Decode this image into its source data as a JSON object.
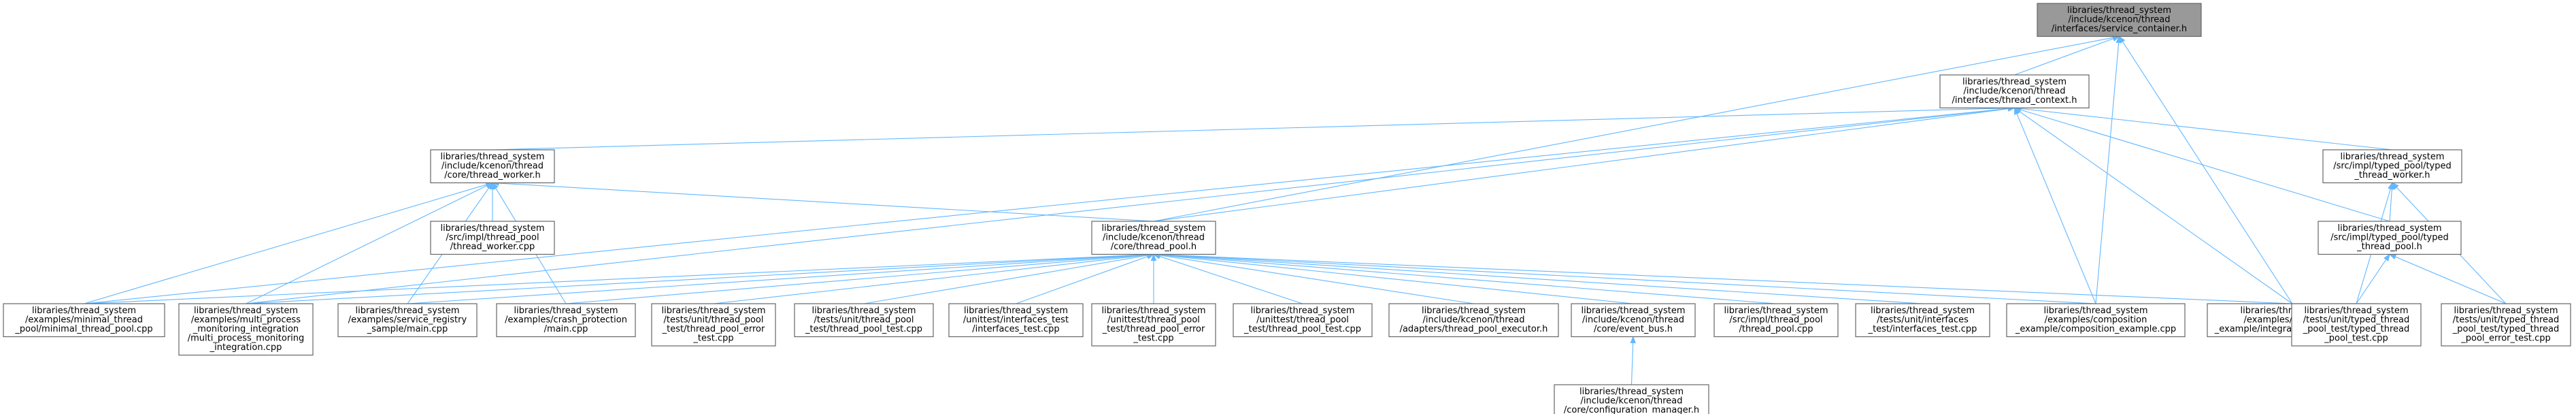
{
  "nodes": [
    {
      "id": "service_container",
      "root": true,
      "lines": [
        "libraries/thread_system",
        "/include/kcenon/thread",
        "/interfaces/service_container.h"
      ]
    },
    {
      "id": "thread_context",
      "lines": [
        "libraries/thread_system",
        "/include/kcenon/thread",
        "/interfaces/thread_context.h"
      ]
    },
    {
      "id": "thread_worker_h",
      "lines": [
        "libraries/thread_system",
        "/include/kcenon/thread",
        "/core/thread_worker.h"
      ]
    },
    {
      "id": "typed_thread_worker_h",
      "lines": [
        "libraries/thread_system",
        "/src/impl/typed_pool/typed",
        "_thread_worker.h"
      ]
    },
    {
      "id": "thread_worker_cpp",
      "lines": [
        "libraries/thread_system",
        "/src/impl/thread_pool",
        "/thread_worker.cpp"
      ]
    },
    {
      "id": "thread_pool_h",
      "lines": [
        "libraries/thread_system",
        "/include/kcenon/thread",
        "/core/thread_pool.h"
      ]
    },
    {
      "id": "typed_thread_pool_h",
      "lines": [
        "libraries/thread_system",
        "/src/impl/typed_pool/typed",
        "_thread_pool.h"
      ]
    },
    {
      "id": "minimal_thread_pool",
      "lines": [
        "libraries/thread_system",
        "/examples/minimal_thread",
        "_pool/minimal_thread_pool.cpp"
      ]
    },
    {
      "id": "multi_process",
      "lines": [
        "libraries/thread_system",
        "/examples/multi_process",
        "_monitoring_integration",
        "/multi_process_monitoring",
        "_integration.cpp"
      ]
    },
    {
      "id": "service_registry",
      "lines": [
        "libraries/thread_system",
        "/examples/service_registry",
        "_sample/main.cpp"
      ]
    },
    {
      "id": "crash_protection",
      "lines": [
        "libraries/thread_system",
        "/examples/crash_protection",
        "/main.cpp"
      ]
    },
    {
      "id": "thread_pool_error_test",
      "lines": [
        "libraries/thread_system",
        "/tests/unit/thread_pool",
        "_test/thread_pool_error",
        "_test.cpp"
      ]
    },
    {
      "id": "tests_thread_pool_test",
      "lines": [
        "libraries/thread_system",
        "/tests/unit/thread_pool",
        "_test/thread_pool_test.cpp"
      ]
    },
    {
      "id": "unittest_interfaces",
      "lines": [
        "libraries/thread_system",
        "/unittest/interfaces_test",
        "/interfaces_test.cpp"
      ]
    },
    {
      "id": "unittest_thread_pool_error",
      "lines": [
        "libraries/thread_system",
        "/unittest/thread_pool",
        "_test/thread_pool_error",
        "_test.cpp"
      ]
    },
    {
      "id": "unittest_thread_pool_test",
      "lines": [
        "libraries/thread_system",
        "/unittest/thread_pool",
        "_test/thread_pool_test.cpp"
      ]
    },
    {
      "id": "thread_pool_executor",
      "lines": [
        "libraries/thread_system",
        "/include/kcenon/thread",
        "/adapters/thread_pool_executor.h"
      ]
    },
    {
      "id": "event_bus",
      "lines": [
        "libraries/thread_system",
        "/include/kcenon/thread",
        "/core/event_bus.h"
      ]
    },
    {
      "id": "impl_thread_pool_cpp",
      "lines": [
        "libraries/thread_system",
        "/src/impl/thread_pool",
        "/thread_pool.cpp"
      ]
    },
    {
      "id": "tests_interfaces_test",
      "lines": [
        "libraries/thread_system",
        "/tests/unit/interfaces",
        "_test/interfaces_test.cpp"
      ]
    },
    {
      "id": "composition_example",
      "lines": [
        "libraries/thread_system",
        "/examples/composition",
        "_example/composition_example.cpp"
      ]
    },
    {
      "id": "integration_example",
      "lines": [
        "libraries/thread_system",
        "/examples/integration",
        "_example/integration_example.cpp"
      ]
    },
    {
      "id": "typed_pool_test",
      "lines": [
        "libraries/thread_system",
        "/tests/unit/typed_thread",
        "_pool_test/typed_thread",
        "_pool_test.cpp"
      ]
    },
    {
      "id": "typed_pool_error_test",
      "lines": [
        "libraries/thread_system",
        "/tests/unit/typed_thread",
        "_pool_test/typed_thread",
        "_pool_error_test.cpp"
      ]
    },
    {
      "id": "configuration_manager",
      "lines": [
        "libraries/thread_system",
        "/include/kcenon/thread",
        "/core/configuration_manager.h"
      ]
    }
  ],
  "edges": [
    [
      "thread_context",
      "service_container"
    ],
    [
      "thread_pool_h",
      "service_container"
    ],
    [
      "composition_example",
      "service_container"
    ],
    [
      "integration_example",
      "service_container"
    ],
    [
      "thread_worker_h",
      "thread_context"
    ],
    [
      "thread_pool_h",
      "thread_context"
    ],
    [
      "typed_thread_worker_h",
      "thread_context"
    ],
    [
      "typed_thread_pool_h",
      "thread_context"
    ],
    [
      "minimal_thread_pool",
      "thread_context"
    ],
    [
      "multi_process",
      "thread_context"
    ],
    [
      "composition_example",
      "thread_context"
    ],
    [
      "integration_example",
      "thread_context"
    ],
    [
      "thread_worker_cpp",
      "thread_worker_h"
    ],
    [
      "thread_pool_h",
      "thread_worker_h"
    ],
    [
      "minimal_thread_pool",
      "thread_worker_h"
    ],
    [
      "multi_process",
      "thread_worker_h"
    ],
    [
      "service_registry",
      "thread_worker_h"
    ],
    [
      "crash_protection",
      "thread_worker_h"
    ],
    [
      "typed_thread_pool_h",
      "typed_thread_worker_h"
    ],
    [
      "typed_pool_test",
      "typed_thread_worker_h"
    ],
    [
      "typed_pool_error_test",
      "typed_thread_worker_h"
    ],
    [
      "typed_pool_test",
      "typed_thread_pool_h"
    ],
    [
      "typed_pool_error_test",
      "typed_thread_pool_h"
    ],
    [
      "minimal_thread_pool",
      "thread_pool_h"
    ],
    [
      "multi_process",
      "thread_pool_h"
    ],
    [
      "service_registry",
      "thread_pool_h"
    ],
    [
      "crash_protection",
      "thread_pool_h"
    ],
    [
      "thread_pool_error_test",
      "thread_pool_h"
    ],
    [
      "tests_thread_pool_test",
      "thread_pool_h"
    ],
    [
      "unittest_interfaces",
      "thread_pool_h"
    ],
    [
      "unittest_thread_pool_error",
      "thread_pool_h"
    ],
    [
      "unittest_thread_pool_test",
      "thread_pool_h"
    ],
    [
      "thread_pool_executor",
      "thread_pool_h"
    ],
    [
      "event_bus",
      "thread_pool_h"
    ],
    [
      "impl_thread_pool_cpp",
      "thread_pool_h"
    ],
    [
      "tests_interfaces_test",
      "thread_pool_h"
    ],
    [
      "composition_example",
      "thread_pool_h"
    ],
    [
      "integration_example",
      "thread_pool_h"
    ],
    [
      "configuration_manager",
      "event_bus"
    ]
  ],
  "colors": {
    "edge": "#63b8ff",
    "node_border": "#666666",
    "root_fill": "#999999",
    "node_fill": "#ffffff"
  }
}
